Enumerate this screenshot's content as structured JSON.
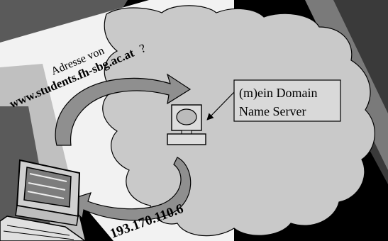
{
  "question": {
    "prefix": "Adresse von",
    "host": "www.students.fh-sbg.ac.at",
    "suffix": "?"
  },
  "dns_box": {
    "line1": "(m)ein Domain",
    "line2": "Name Server"
  },
  "answer_ip": "193.170.110.6",
  "colors": {
    "background": "#000000",
    "beam_dark": "#5a5a5a",
    "beam_light": "#f2f2f2",
    "beam_mid": "#c0c0c0",
    "cloud": "#c9c9c9",
    "arrow": "#8f8f8f",
    "box_fill": "#d9d9d9"
  }
}
